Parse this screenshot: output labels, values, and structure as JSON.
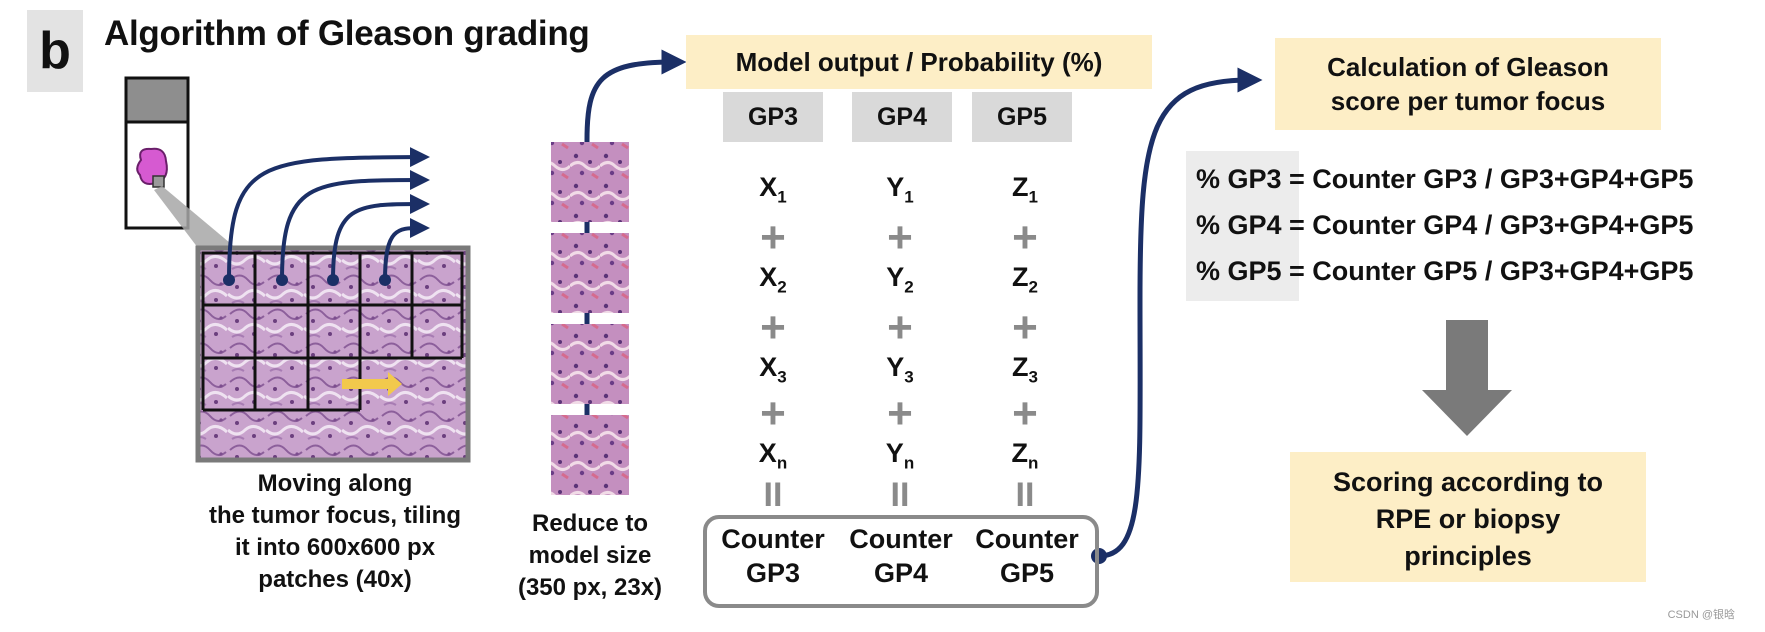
{
  "panel_letter": "b",
  "title": "Algorithm of Gleason grading",
  "tiling_caption": [
    "Moving along",
    "the tumor focus, tiling",
    "it into 600x600 px",
    "patches (40x)"
  ],
  "reduce_caption": [
    "Reduce to",
    "model size",
    "(350 px, 23x)"
  ],
  "model_output": {
    "title": "Model output / Probability (%)",
    "columns": [
      {
        "header": "GP3",
        "var": "X",
        "subs": [
          "1",
          "2",
          "3",
          "n"
        ],
        "counter": [
          "Counter",
          "GP3"
        ]
      },
      {
        "header": "GP4",
        "var": "Y",
        "subs": [
          "1",
          "2",
          "3",
          "n"
        ],
        "counter": [
          "Counter",
          "GP4"
        ]
      },
      {
        "header": "GP5",
        "var": "Z",
        "subs": [
          "1",
          "2",
          "3",
          "n"
        ],
        "counter": [
          "Counter",
          "GP5"
        ]
      }
    ],
    "plus": "+",
    "equals": "II"
  },
  "calculation": {
    "title": [
      "Calculation of Gleason",
      "score per tumor focus"
    ],
    "formulas": [
      "% GP3 = Counter GP3 / GP3+GP4+GP5",
      "% GP4 = Counter GP4 / GP3+GP4+GP5",
      "% GP5 = Counter GP5 / GP3+GP4+GP5"
    ]
  },
  "scoring": [
    "Scoring according to",
    "RPE or biopsy",
    "principles"
  ],
  "watermark": "CSDN @银晗",
  "colors": {
    "arrow": "#1b2f66",
    "highlight": "#fdeec6",
    "header_gray": "#d9d9d9",
    "tissue": "#c592c9",
    "tumor": "#d65ad1",
    "arrow_right": "#f2c94c"
  }
}
